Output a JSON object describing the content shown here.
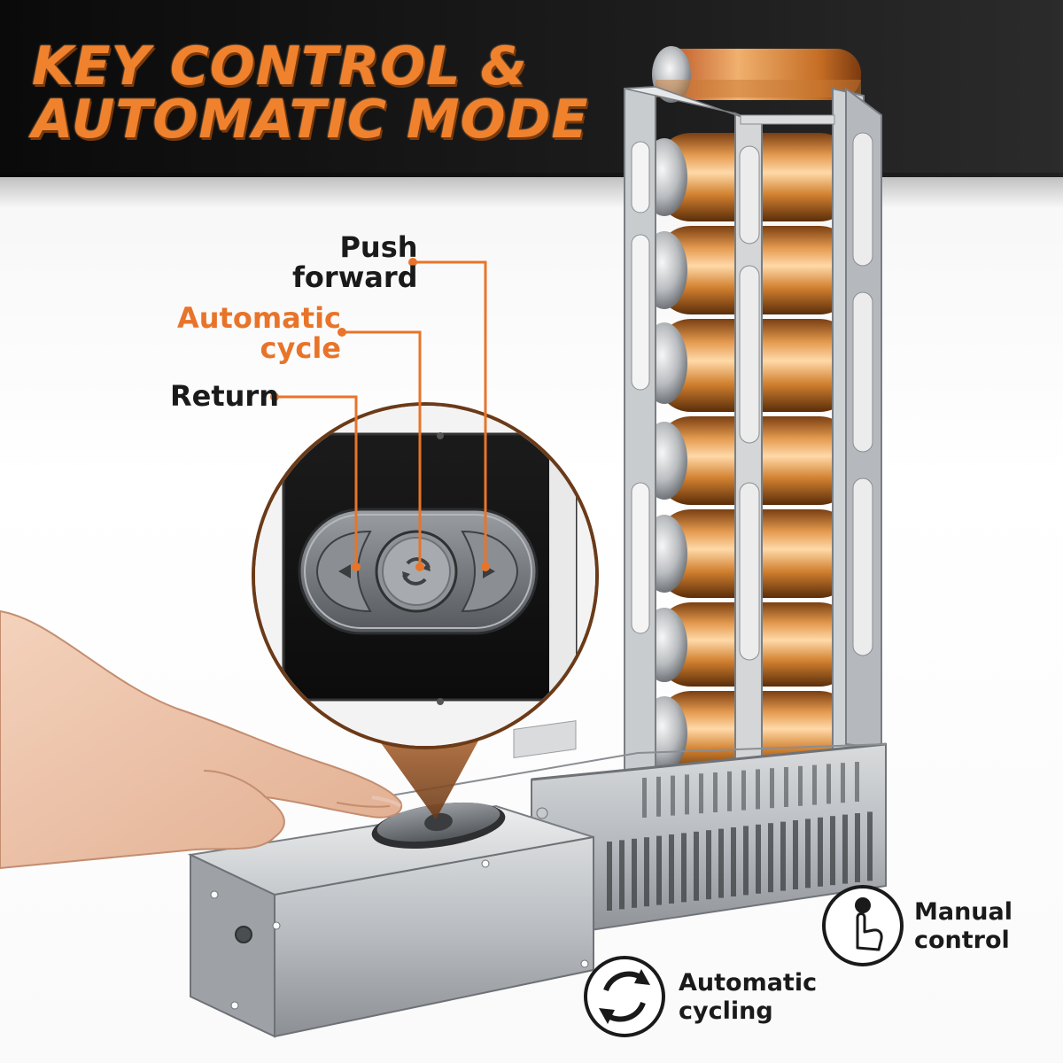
{
  "headline": {
    "line1": "KEY CONTROL &",
    "line2": "AUTOMATIC MODE"
  },
  "callouts": {
    "push_forward": [
      "Push",
      "forward"
    ],
    "automatic_cycle": [
      "Automatic",
      "cycle"
    ],
    "return": "Return"
  },
  "features": {
    "manual_control": [
      "Manual",
      "control"
    ],
    "automatic_cycling": [
      "Automatic",
      "cycling"
    ]
  },
  "icons": {
    "manual": "hand-press-icon",
    "automatic": "cycle-arrows-icon",
    "return_button": "triangle-left-icon",
    "cycle_button": "refresh-icon",
    "forward_button": "triangle-right-icon"
  },
  "colors": {
    "accent": "#f0822e",
    "callout_line": "#e8742a",
    "header_band": "#111111",
    "steel": "#b9bcbf",
    "can": "#d98a3e"
  }
}
